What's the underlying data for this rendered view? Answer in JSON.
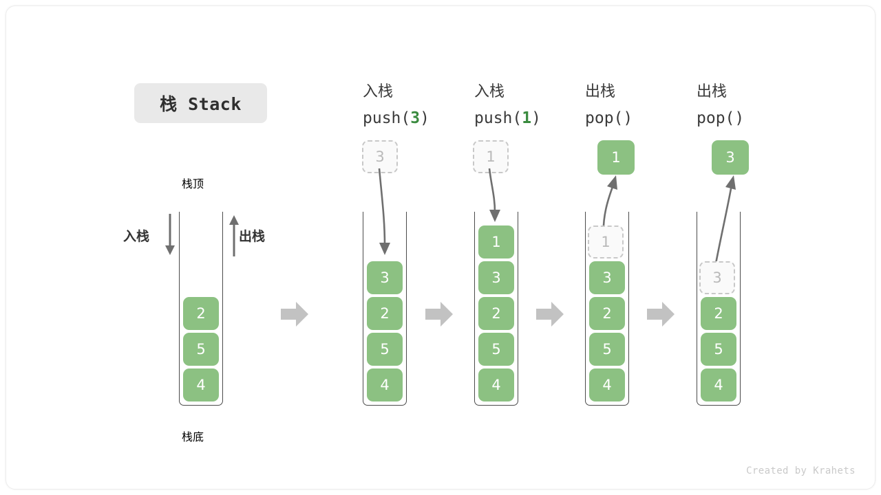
{
  "title": {
    "text": "栈 Stack"
  },
  "labels": {
    "top": "栈顶",
    "bottom": "栈底",
    "push_side": "入栈",
    "pop_side": "出栈"
  },
  "watermark": "Created by Krahets",
  "colors": {
    "cell_fill": "#8cc182",
    "cell_text": "#ffffff",
    "ghost_border": "#c8c8c8",
    "ghost_text": "#b9b9b9",
    "arrow_gray": "#6f6f6f",
    "step_arrow": "#c2c2c2",
    "accent_code": "#3a8b3f",
    "badge_bg": "#e9e9e9"
  },
  "columns": [
    {
      "id": "initial",
      "head_cn": "",
      "head_code": "",
      "head_arg": "",
      "stack": [
        "2",
        "5",
        "4"
      ],
      "ghost_in_stack": null,
      "float_cell": null
    },
    {
      "id": "push-3",
      "head_cn": "入栈",
      "head_code_prefix": "push(",
      "head_arg": "3",
      "head_code_suffix": ")",
      "stack": [
        "3",
        "2",
        "5",
        "4"
      ],
      "ghost_above": "3",
      "float_cell": null,
      "flow": "down"
    },
    {
      "id": "push-1",
      "head_cn": "入栈",
      "head_code_prefix": "push(",
      "head_arg": "1",
      "head_code_suffix": ")",
      "stack": [
        "1",
        "3",
        "2",
        "5",
        "4"
      ],
      "ghost_above": "1",
      "float_cell": null,
      "flow": "down"
    },
    {
      "id": "pop-1",
      "head_cn": "出栈",
      "head_code_prefix": "pop(",
      "head_arg": "",
      "head_code_suffix": ")",
      "stack": [
        "3",
        "2",
        "5",
        "4"
      ],
      "ghost_in_stack": "1",
      "float_cell": "1",
      "flow": "up"
    },
    {
      "id": "pop-3",
      "head_cn": "出栈",
      "head_code_prefix": "pop(",
      "head_arg": "",
      "head_code_suffix": ")",
      "stack": [
        "2",
        "5",
        "4"
      ],
      "ghost_in_stack": "3",
      "float_cell": "3",
      "flow": "up"
    }
  ],
  "step_arrows": 4
}
